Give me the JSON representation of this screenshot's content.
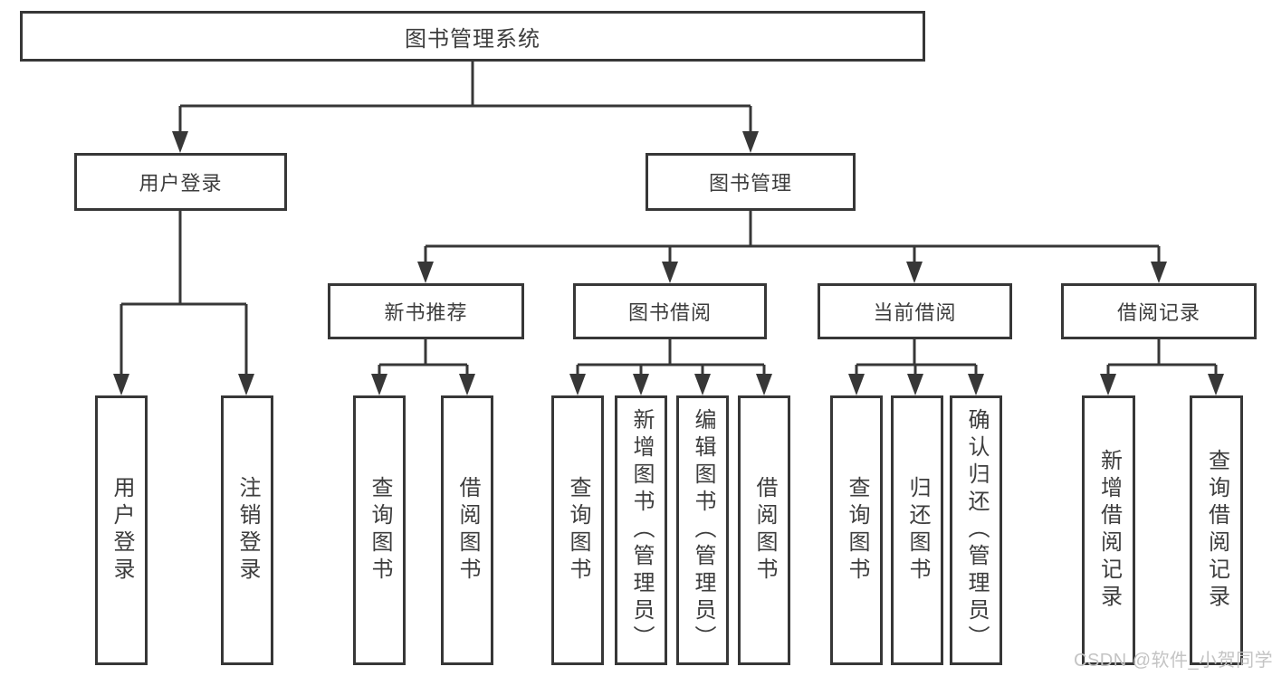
{
  "diagram_type": "feature-tree",
  "tree": {
    "label": "图书管理系统",
    "children": [
      {
        "label": "用户登录",
        "children": [
          {
            "label": "用户登录"
          },
          {
            "label": "注销登录"
          }
        ]
      },
      {
        "label": "图书管理",
        "children": [
          {
            "label": "新书推荐",
            "children": [
              {
                "label": "查询图书"
              },
              {
                "label": "借阅图书"
              }
            ]
          },
          {
            "label": "图书借阅",
            "children": [
              {
                "label": "查询图书"
              },
              {
                "label": "新增图书（管理员）"
              },
              {
                "label": "编辑图书（管理员）"
              },
              {
                "label": "借阅图书"
              }
            ]
          },
          {
            "label": "当前借阅",
            "children": [
              {
                "label": "查询图书"
              },
              {
                "label": "归还图书"
              },
              {
                "label": "确认归还（管理员）"
              }
            ]
          },
          {
            "label": "借阅记录",
            "children": [
              {
                "label": "新增借阅记录"
              },
              {
                "label": "查询借阅记录"
              }
            ]
          }
        ]
      }
    ]
  },
  "watermark": {
    "text": "CSDN @软件_小贺同学"
  },
  "colors": {
    "line": "#373737",
    "box_border": "#373737",
    "text": "#3d3d3d",
    "watermark": "#c4c4c4",
    "background": "#ffffff"
  }
}
